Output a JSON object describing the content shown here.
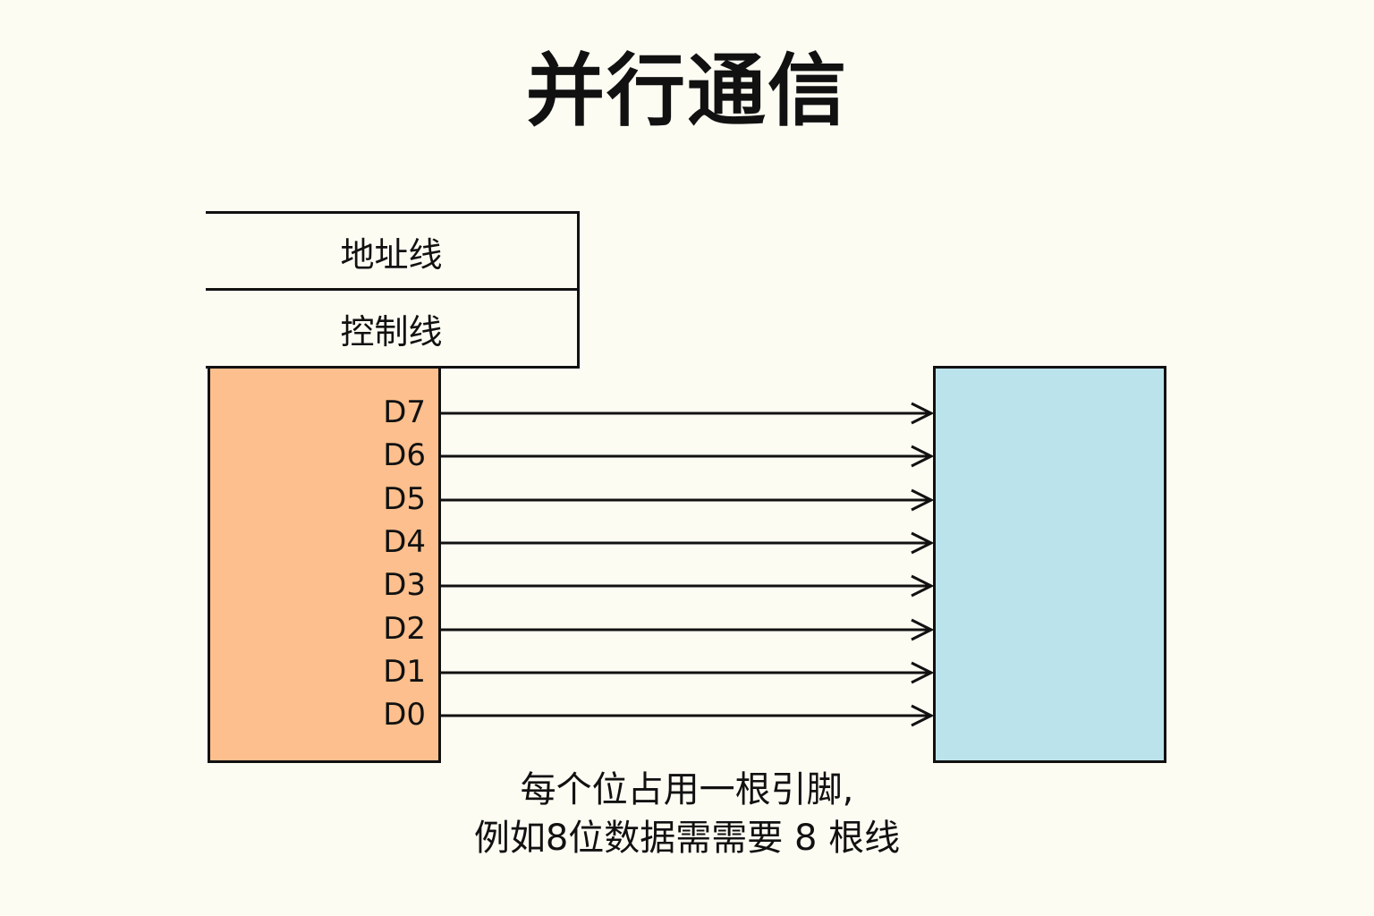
{
  "title": "并行通信",
  "address_line": "地址线",
  "control_line": "控制线",
  "data_pins": [
    "D7",
    "D6",
    "D5",
    "D4",
    "D3",
    "D2",
    "D1",
    "D0"
  ],
  "caption": {
    "line1": "每个位占用一根引脚,",
    "line2": "例如8位数据需需要 8 根线"
  },
  "colors": {
    "sender": "#fcbf8d",
    "receiver": "#bbe3ec",
    "background": "#fdfcf3",
    "line": "#111111"
  }
}
